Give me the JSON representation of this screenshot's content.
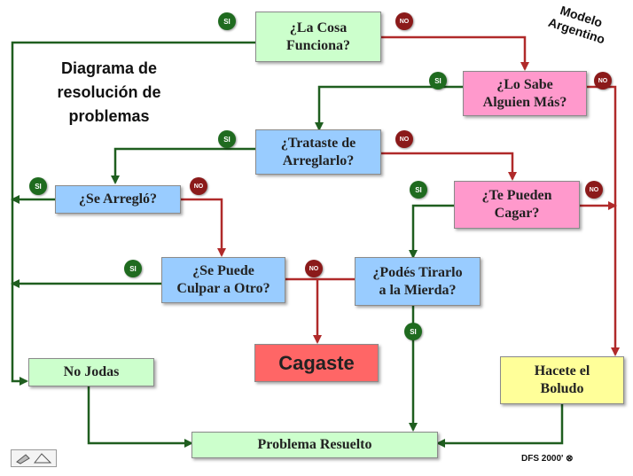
{
  "heading": "Diagrama de\nresolución de\nproblemas",
  "corner_label": "Modelo\nArgentino",
  "credit": "DFS 2000' ⊗",
  "labels": {
    "yes": "SI",
    "no": "NO"
  },
  "colors": {
    "yes_arrow": "#1f5e1f",
    "no_arrow": "#b02a2a"
  },
  "nodes": {
    "funciona": "¿La Cosa\nFunciona?",
    "sabe": "¿Lo Sabe\nAlguien Más?",
    "trataste": "¿Trataste de\nArreglarlo?",
    "arreglo": "¿Se Arregló?",
    "cagar": "¿Te Pueden\nCagar?",
    "culpar": "¿Se Puede\nCulpar a Otro?",
    "tirarlo": "¿Podés Tirarlo\na la Mierda?",
    "cagaste": "Cagaste",
    "nojodas": "No Jodas",
    "boludo": "Hacete el\nBoludo",
    "resuelto": "Problema Resuelto"
  }
}
